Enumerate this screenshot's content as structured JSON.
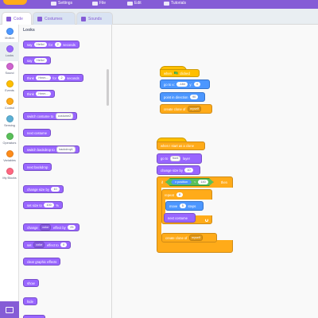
{
  "menubar": {
    "items": [
      {
        "label": "Settings",
        "icon": "globe-icon"
      },
      {
        "label": "File",
        "icon": "file-icon"
      },
      {
        "label": "Edit",
        "icon": "edit-icon"
      },
      {
        "label": "Tutorials",
        "icon": "tutorials-icon"
      }
    ]
  },
  "tabs": [
    {
      "label": "Code",
      "icon": "code-icon",
      "active": true
    },
    {
      "label": "Costumes",
      "icon": "brush-icon",
      "active": false
    },
    {
      "label": "Sounds",
      "icon": "speaker-icon",
      "active": false
    }
  ],
  "categories": [
    {
      "label": "Motion",
      "color": "#4c97ff"
    },
    {
      "label": "Looks",
      "color": "#9966ff"
    },
    {
      "label": "Sound",
      "color": "#cf63cf"
    },
    {
      "label": "Events",
      "color": "#ffbf00"
    },
    {
      "label": "Control",
      "color": "#ffab19"
    },
    {
      "label": "Sensing",
      "color": "#5cb1d6"
    },
    {
      "label": "Operators",
      "color": "#59c059"
    },
    {
      "label": "Variables",
      "color": "#ff8c1a"
    },
    {
      "label": "My Blocks",
      "color": "#ff6680"
    }
  ],
  "extensions_button": {
    "icon": "add-extension-icon"
  },
  "palette": {
    "title": "Looks",
    "say_for": {
      "say": "say",
      "text": "Hello!",
      "for": "for",
      "num": "2",
      "unit": "seconds"
    },
    "say": {
      "say": "say",
      "text": "Hello!"
    },
    "think_for": {
      "think": "think",
      "text": "Hmm...",
      "for": "for",
      "num": "2",
      "unit": "seconds"
    },
    "think": {
      "think": "think",
      "text": "Hmm..."
    },
    "switch_costume": {
      "label": "switch costume to",
      "value": "costume2"
    },
    "next_costume": "next costume",
    "switch_backdrop": {
      "label": "switch backdrop to",
      "value": "backdrop1"
    },
    "next_backdrop": "next backdrop",
    "change_size": {
      "label": "change size by",
      "num": "10"
    },
    "set_size": {
      "label": "set size to",
      "num": "100",
      "unit": "%"
    },
    "change_effect": {
      "change": "change",
      "effect": "color",
      "by": "effect by",
      "num": "25"
    },
    "set_effect": {
      "set": "set",
      "effect": "color",
      "to": "effect to",
      "num": "0"
    },
    "clear_effects": "clear graphic effects",
    "show": "show",
    "hide": "hide"
  },
  "script1": {
    "when_flag": {
      "when": "when",
      "clicked": "clicked"
    },
    "go_to": {
      "label": "go to x:",
      "x": "-184",
      "y_label": "y:",
      "y": "0"
    },
    "point_dir": {
      "label": "point in direction",
      "num": "90"
    },
    "create_clone": {
      "label": "create clone of",
      "value": "myself"
    }
  },
  "script2": {
    "when_clone": "when I start as a clone",
    "go_to_layer": {
      "go": "go to",
      "value": "front",
      "layer": "layer"
    },
    "change_size": {
      "label": "change size by",
      "num": "10"
    },
    "if_label": "if",
    "x_position": "x position",
    "lt": "<",
    "cmp_num": "140",
    "then": "then",
    "repeat": {
      "label": "repeat",
      "num": "8"
    },
    "move": {
      "label": "move",
      "num": "5",
      "unit": "steps"
    },
    "next_costume": "next costume",
    "create_clone": {
      "label": "create clone of",
      "value": "myself"
    }
  }
}
